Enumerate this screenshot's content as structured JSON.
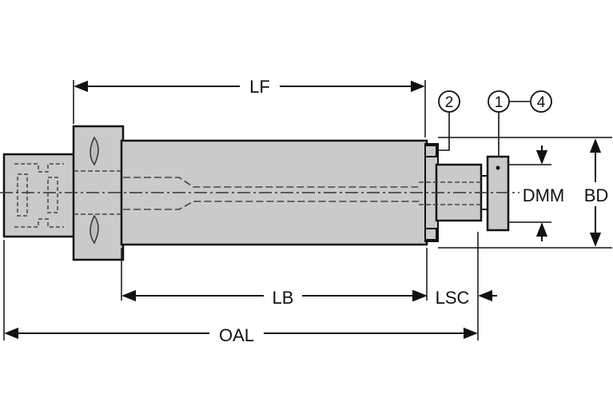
{
  "dimensions": {
    "lf": "LF",
    "lb": "LB",
    "lsc": "LSC",
    "oal": "OAL",
    "dmm": "DMM",
    "bd": "BD"
  },
  "callouts": {
    "part_2": "2",
    "part_1": "1",
    "part_4": "4"
  },
  "colors": {
    "body_fill": "#c9cac9",
    "outline": "#111111",
    "background": "#ffffff"
  }
}
